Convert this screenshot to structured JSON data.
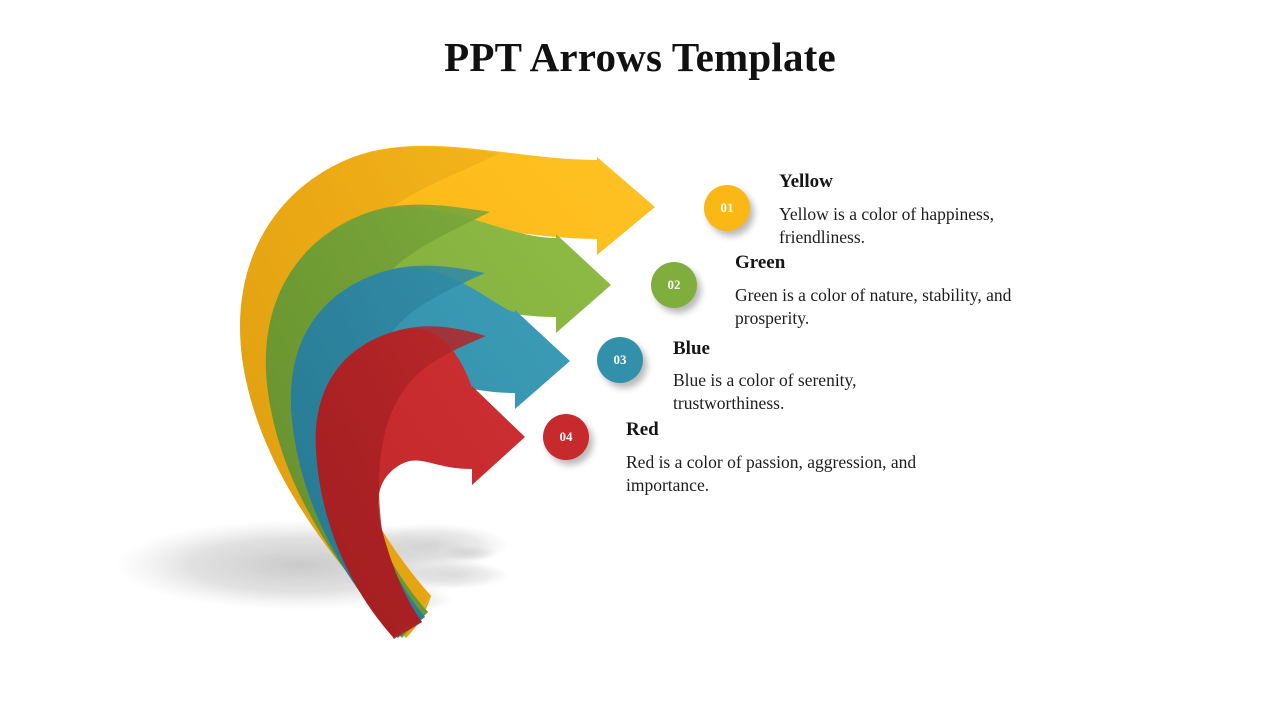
{
  "slide": {
    "title": "PPT Arrows Template",
    "background_color": "#ffffff"
  },
  "palette": {
    "yellow": "#FBB713",
    "yellow_dark": "#E3A413",
    "green": "#7FAE3C",
    "green_dark": "#6D9732",
    "blue": "#3290AB",
    "blue_dark": "#2B7E96",
    "red": "#C62A2C",
    "red_dark": "#AD2225",
    "shadow": "#c9c9c9",
    "text": "#151515"
  },
  "items": [
    {
      "number": "01",
      "heading": "Yellow",
      "body": "Yellow is a color of happiness, friendliness.",
      "color": "#FBB713",
      "badge_name": "badge-01"
    },
    {
      "number": "02",
      "heading": "Green",
      "body": "Green is a color of nature, stability, and prosperity.",
      "color": "#7FAE3C",
      "badge_name": "badge-02"
    },
    {
      "number": "03",
      "heading": "Blue",
      "body": "Blue is a color of serenity, trustworthiness.",
      "color": "#3290AB",
      "badge_name": "badge-03"
    },
    {
      "number": "04",
      "heading": "Red",
      "body": "Red is a color of passion, aggression, and importance.",
      "color": "#C62A2C",
      "badge_name": "badge-04"
    }
  ],
  "diagram": {
    "type": "curved-arrow-ribbons",
    "arrow_count": 4,
    "direction": "counter-clockwise-sweep-to-right",
    "labels": [
      "Yellow",
      "Green",
      "Blue",
      "Red"
    ]
  }
}
